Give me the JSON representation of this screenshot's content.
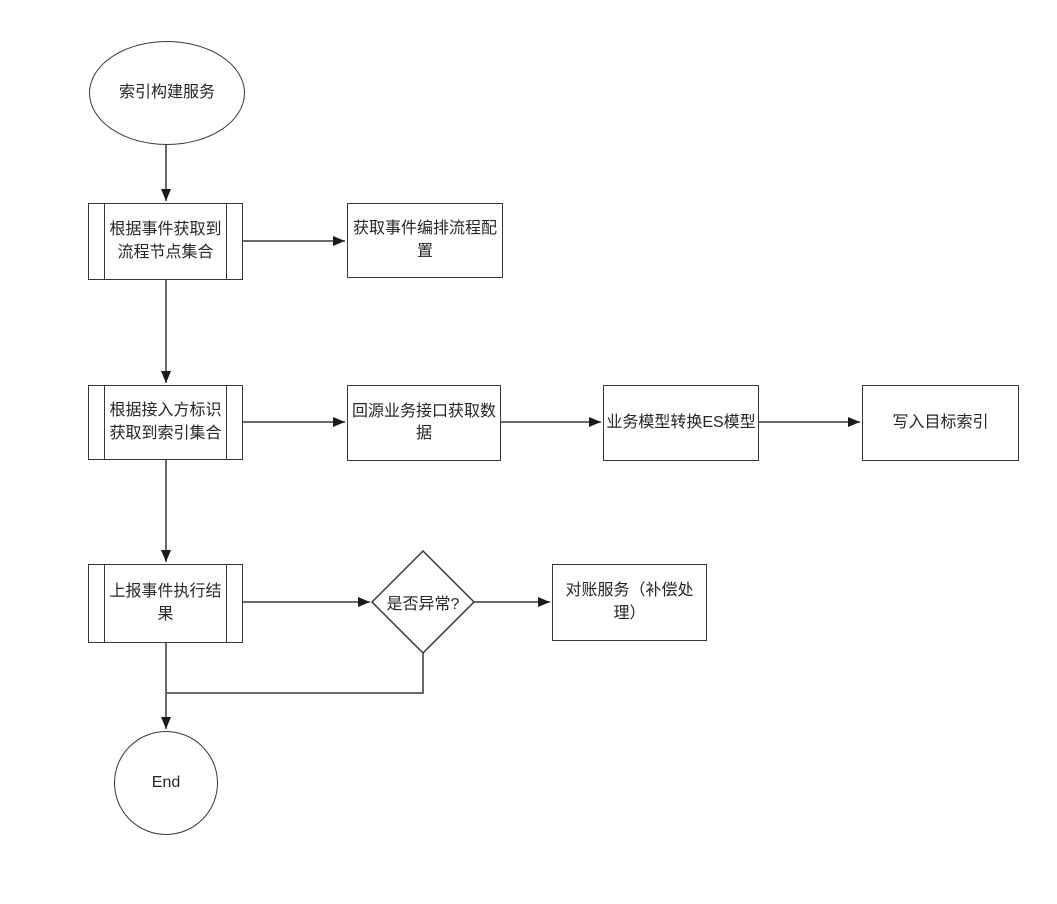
{
  "diagram": {
    "type": "flowchart",
    "background": "#ffffff",
    "line_color": "#383838",
    "text_color": "#262626",
    "nodes": {
      "start": {
        "shape": "ellipse",
        "label": "索引构建服务"
      },
      "get_flow_nodes": {
        "shape": "subprocess",
        "label": "根据事件获取到\n流程节点集合"
      },
      "get_orchestration_config": {
        "shape": "process",
        "label": "获取事件编排流程配\n置"
      },
      "get_index_set": {
        "shape": "subprocess",
        "label": "根据接入方标识\n获取到索引集合"
      },
      "fetch_source_data": {
        "shape": "process",
        "label": "回源业务接口获取数\n据"
      },
      "transform_es_model": {
        "shape": "process",
        "label": "业务模型转换ES模型"
      },
      "write_target_index": {
        "shape": "process",
        "label": "写入目标索引"
      },
      "report_event_result": {
        "shape": "subprocess",
        "label": "上报事件执行结\n果"
      },
      "is_abnormal": {
        "shape": "decision",
        "label": "是否异常?"
      },
      "reconciliation_service": {
        "shape": "process",
        "label": "对账服务（补偿处\n理）"
      },
      "end": {
        "shape": "circle",
        "label": "End"
      }
    },
    "edges": [
      {
        "from": "start",
        "to": "get_flow_nodes"
      },
      {
        "from": "get_flow_nodes",
        "to": "get_orchestration_config"
      },
      {
        "from": "get_flow_nodes",
        "to": "get_index_set"
      },
      {
        "from": "get_index_set",
        "to": "fetch_source_data"
      },
      {
        "from": "fetch_source_data",
        "to": "transform_es_model"
      },
      {
        "from": "transform_es_model",
        "to": "write_target_index"
      },
      {
        "from": "get_index_set",
        "to": "report_event_result"
      },
      {
        "from": "report_event_result",
        "to": "is_abnormal"
      },
      {
        "from": "is_abnormal",
        "to": "reconciliation_service"
      },
      {
        "from": "is_abnormal",
        "to": "end"
      },
      {
        "from": "report_event_result",
        "to": "end"
      }
    ]
  }
}
